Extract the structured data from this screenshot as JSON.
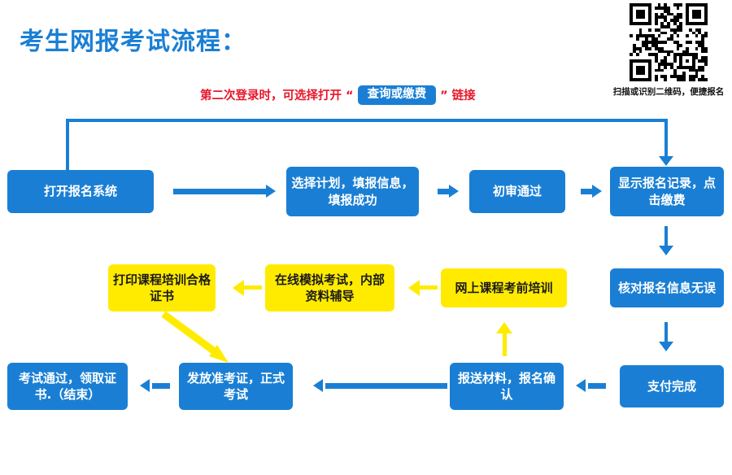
{
  "page": {
    "title": "考生网报考试流程：",
    "title_color": "#1a7fd4",
    "background": "#ffffff"
  },
  "qr": {
    "icon": "qr-code-icon",
    "caption": "扫描或识别二维码，便捷报名"
  },
  "note": {
    "prefix": "第二次登录时，可选择打开 “",
    "chip_label": "查询或缴费",
    "suffix": "” 链接",
    "text_color": "#e8162a",
    "chip_color": "#1a7fd4"
  },
  "palette": {
    "blue": "#1a7fd4",
    "yellow": "#ffeb00",
    "red": "#e8162a",
    "dark_text": "#1a1a1a"
  },
  "flow": {
    "row1": [
      {
        "id": "open-registration-system",
        "label": "打开报名系统",
        "color": "blue"
      },
      {
        "id": "select-plan-fill-info",
        "label": "选择计划，填报信息，填报成功",
        "color": "blue"
      },
      {
        "id": "preliminary-review-passed",
        "label": "初审通过",
        "color": "blue"
      },
      {
        "id": "show-registration-record-pay",
        "label": "显示报名记录，点击缴费",
        "color": "blue"
      }
    ],
    "row2": [
      {
        "id": "print-training-certificate",
        "label": "打印课程培训合格证书",
        "color": "yellow"
      },
      {
        "id": "online-mock-exam",
        "label": "在线模拟考试，内部资料辅导",
        "color": "yellow"
      },
      {
        "id": "online-pre-exam-training",
        "label": "网上课程考前培训",
        "color": "yellow"
      },
      {
        "id": "verify-registration-info",
        "label": "核对报名信息无误",
        "color": "blue"
      }
    ],
    "row3": [
      {
        "id": "exam-passed-get-certificate",
        "label": "考试通过，领取证书.（结束）",
        "color": "blue"
      },
      {
        "id": "issue-admission-ticket",
        "label": "发放准考证，正式考试",
        "color": "blue"
      },
      {
        "id": "submit-materials-confirm",
        "label": "报送材料，报名确认",
        "color": "blue"
      },
      {
        "id": "payment-complete",
        "label": "支付完成",
        "color": "blue"
      }
    ]
  }
}
